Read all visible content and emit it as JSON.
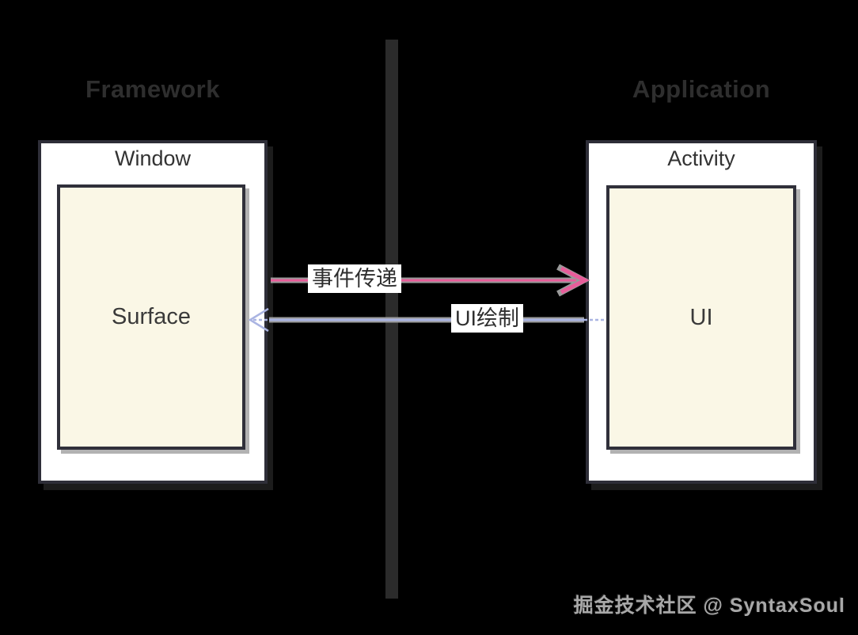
{
  "sections": {
    "left_title": "Framework",
    "right_title": "Application"
  },
  "left_panel": {
    "box_title": "Window",
    "inner_label": "Surface"
  },
  "right_panel": {
    "box_title": "Activity",
    "inner_label": "UI"
  },
  "arrows": {
    "event": {
      "label": "事件传递"
    },
    "draw": {
      "label": "UI绘制"
    }
  },
  "watermark": "掘金技术社区 @ SyntaxSoul",
  "colors": {
    "background": "#000000",
    "divider": "#2b2b2b",
    "box_fill": "#ffffff",
    "inner_fill": "#faf7e6",
    "border": "#30303a",
    "section_title": "#2e2e2e",
    "event_arrow": "#e85d9a",
    "draw_arrow": "#aab4e2",
    "arrow_underlay": "#9a9a9a",
    "watermark_color": "#a8a8a8"
  }
}
